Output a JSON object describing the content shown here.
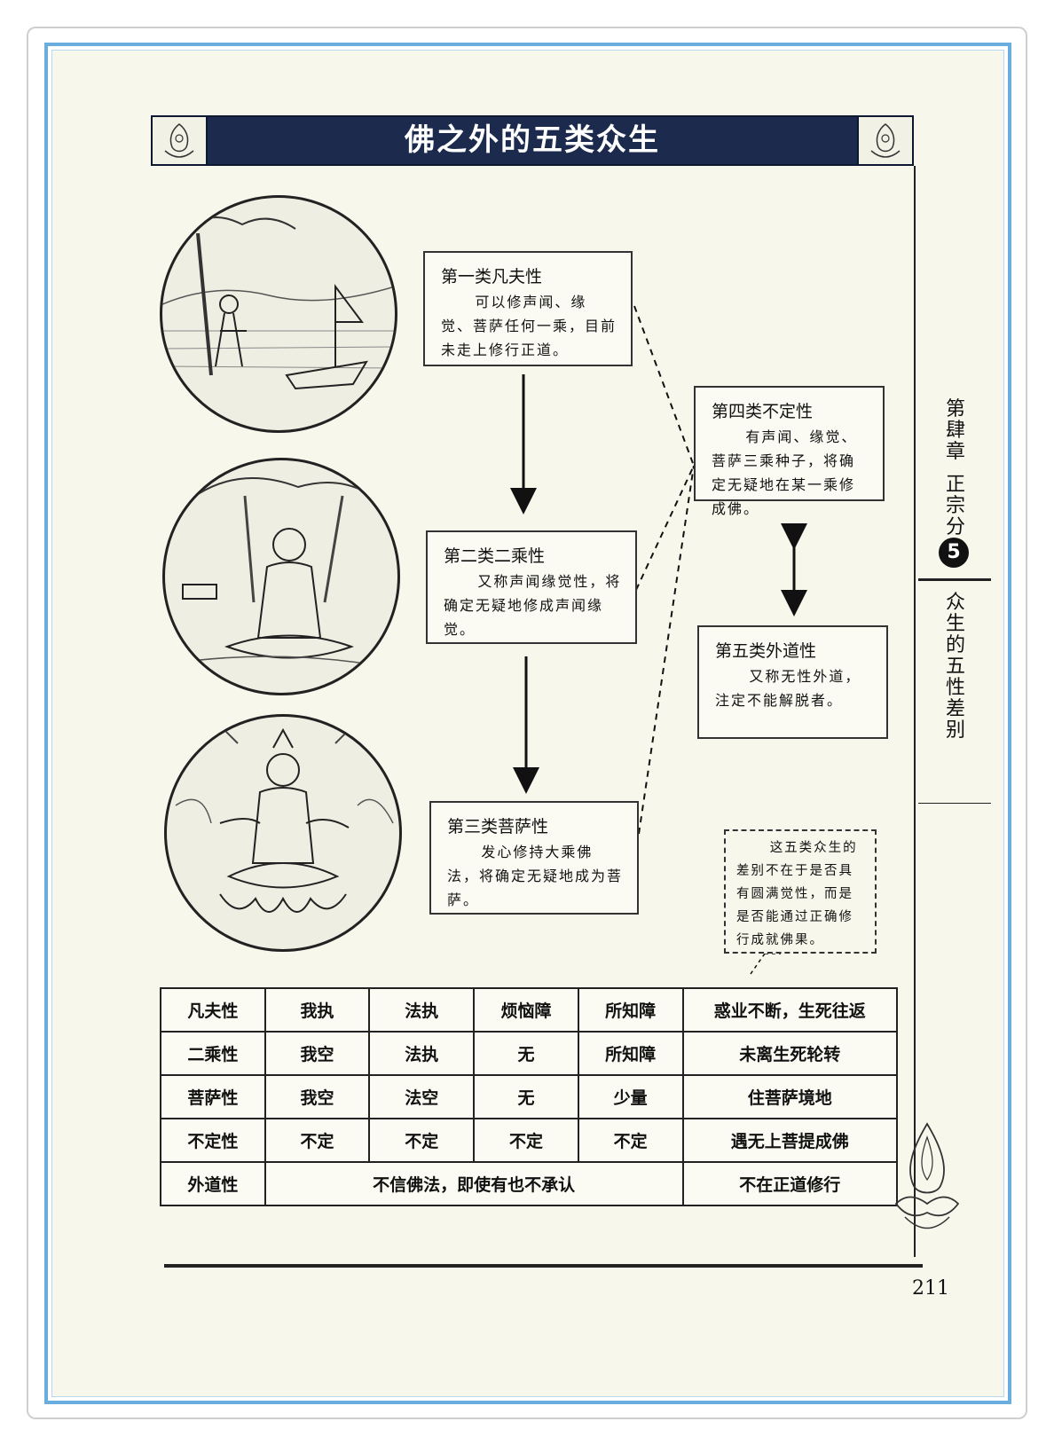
{
  "title": "佛之外的五类众生",
  "side_tab": {
    "chapter": "第肆章",
    "section": "正宗分",
    "number": "5",
    "topic": "众生的五性差别"
  },
  "boxes": [
    {
      "title": "第一类凡夫性",
      "text": "可以修声闻、缘觉、菩萨任何一乘，目前未走上修行正道。"
    },
    {
      "title": "第二类二乘性",
      "text": "又称声闻缘觉性，将确定无疑地修成声闻缘觉。"
    },
    {
      "title": "第三类菩萨性",
      "text": "发心修持大乘佛法，将确定无疑地成为菩萨。"
    },
    {
      "title": "第四类不定性",
      "text": "有声闻、缘觉、菩萨三乘种子，将确定无疑地在某一乘修成佛。"
    },
    {
      "title": "第五类外道性",
      "text": "又称无性外道，注定不能解脱者。"
    }
  ],
  "note": "这五类众生的差别不在于是否具有圆满觉性，而是是否能通过正确修行成就佛果。",
  "table": {
    "rows": [
      [
        "凡夫性",
        "我执",
        "法执",
        "烦恼障",
        "所知障",
        "惑业不断，生死往返"
      ],
      [
        "二乘性",
        "我空",
        "法执",
        "无",
        "所知障",
        "未离生死轮转"
      ],
      [
        "菩萨性",
        "我空",
        "法空",
        "无",
        "少量",
        "住菩萨境地"
      ],
      [
        "不定性",
        "不定",
        "不定",
        "不定",
        "不定",
        "遇无上菩提成佛"
      ]
    ],
    "last_row": {
      "label": "外道性",
      "merged": "不信佛法，即使有也不承认",
      "result": "不在正道修行"
    }
  },
  "page_number": "211"
}
